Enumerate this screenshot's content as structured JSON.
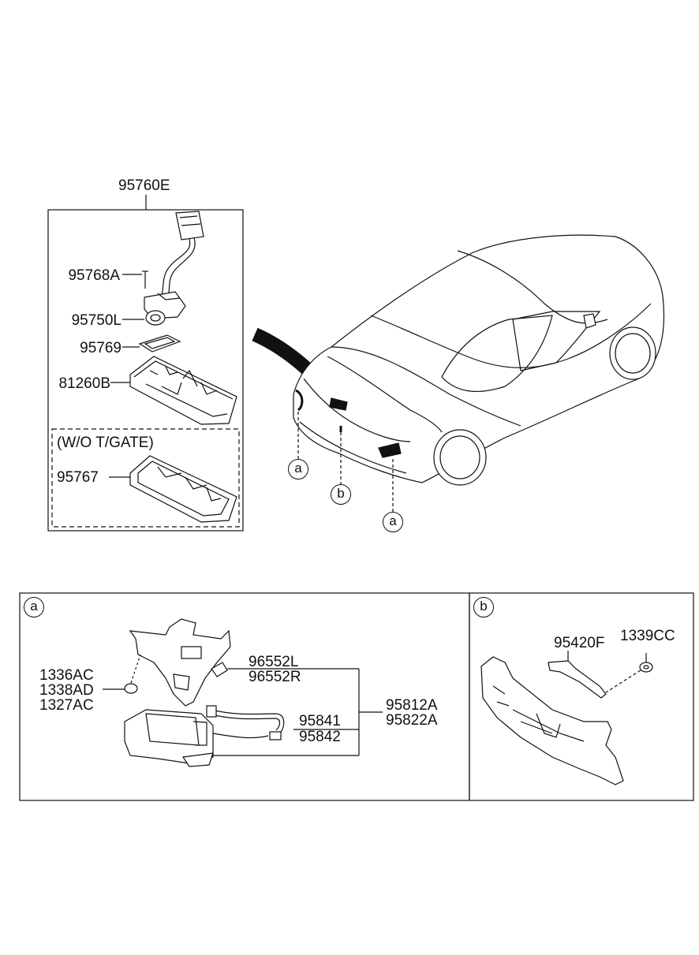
{
  "top_kit": {
    "title": "95760E",
    "parts": [
      "95768A",
      "95750L",
      "95769",
      "81260B"
    ],
    "wo_tgate_label": "(W/O T/GATE)",
    "wo_tgate_part": "95767"
  },
  "car_callouts": {
    "a1": "a",
    "b": "b",
    "a2": "a"
  },
  "detail_a": {
    "marker": "a",
    "bolts": [
      "1336AC",
      "1338AD",
      "1327AC"
    ],
    "sensor_l": "96552L",
    "sensor_r": "96552R",
    "harness_1": "95841",
    "harness_2": "95842",
    "module_1": "95812A",
    "module_2": "95822A"
  },
  "detail_b": {
    "marker": "b",
    "bracket": "95420F",
    "nut": "1339CC"
  }
}
